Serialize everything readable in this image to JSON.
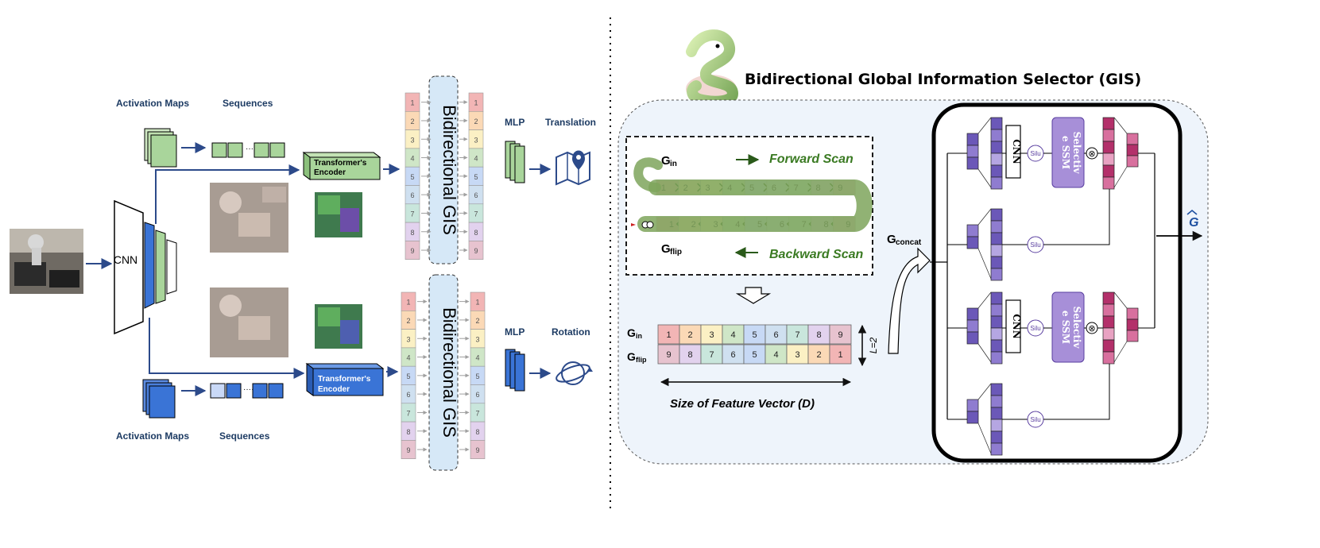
{
  "figure": {
    "left": {
      "top_branch": {
        "activation_label": "Activation Maps",
        "sequences_label": "Sequences",
        "encoder_label": [
          "Transformer's",
          "Encoder"
        ],
        "gis_label": "Bidirectional GIS",
        "mlp_label": "MLP",
        "output_label": "Translation",
        "token_numbers": [
          "1",
          "2",
          "3",
          "4",
          "5",
          "6",
          "7",
          "8",
          "9"
        ]
      },
      "bottom_branch": {
        "activation_label": "Activation Maps",
        "sequences_label": "Sequences",
        "encoder_label": [
          "Transformer's",
          "Encoder"
        ],
        "gis_label": "Bidirectional GIS",
        "mlp_label": "MLP",
        "output_label": "Rotation",
        "token_numbers": [
          "1",
          "2",
          "3",
          "4",
          "5",
          "6",
          "7",
          "8",
          "9"
        ]
      },
      "cnn_label": "CNN"
    },
    "right": {
      "title": "Bidirectional Global Information Selector (GIS)",
      "scan": {
        "g_in": "G",
        "g_in_sub": "in",
        "g_flip": "G",
        "g_flip_sub": "flip",
        "forward_label": "Forward Scan",
        "backward_label": "Backward Scan",
        "forward_tokens": [
          "1",
          "2",
          "3",
          "4",
          "5",
          "6",
          "7",
          "8",
          "9"
        ],
        "backward_tokens": [
          "1",
          "2",
          "3",
          "4",
          "5",
          "6",
          "7",
          "8",
          "9"
        ]
      },
      "matrix": {
        "row1_label": "G",
        "row1_sub": "in",
        "row2_label": "G",
        "row2_sub": "flip",
        "row1": [
          "1",
          "2",
          "3",
          "4",
          "5",
          "6",
          "7",
          "8",
          "9"
        ],
        "row2": [
          "9",
          "8",
          "7",
          "6",
          "5",
          "4",
          "3",
          "2",
          "1"
        ],
        "l_label": "L=2",
        "size_label": "Size of Feature Vector (D)"
      },
      "g_concat": "G",
      "g_concat_sub": "concat",
      "block": {
        "cnn_label": "CNN",
        "ssm_label": [
          "Selectiv",
          "e SSM"
        ],
        "silu_label": "Silu",
        "mult_symbol": "⊗"
      },
      "output": "G"
    },
    "colors": {
      "navy": "#1d3b63",
      "arrow_blue": "#2c4a8a",
      "green": "#a9d59b",
      "blue": "#3a74d6",
      "gis_fill": "#d6e8f7",
      "panel_fill": "#eef4fb",
      "token_colors": [
        "#f2b5b5",
        "#fbd9b6",
        "#fbf0c4",
        "#cfe6c7",
        "#c7d9f5",
        "#cfe0f0",
        "#c9e6dc",
        "#e2d2ee",
        "#e7c3cf"
      ]
    }
  }
}
